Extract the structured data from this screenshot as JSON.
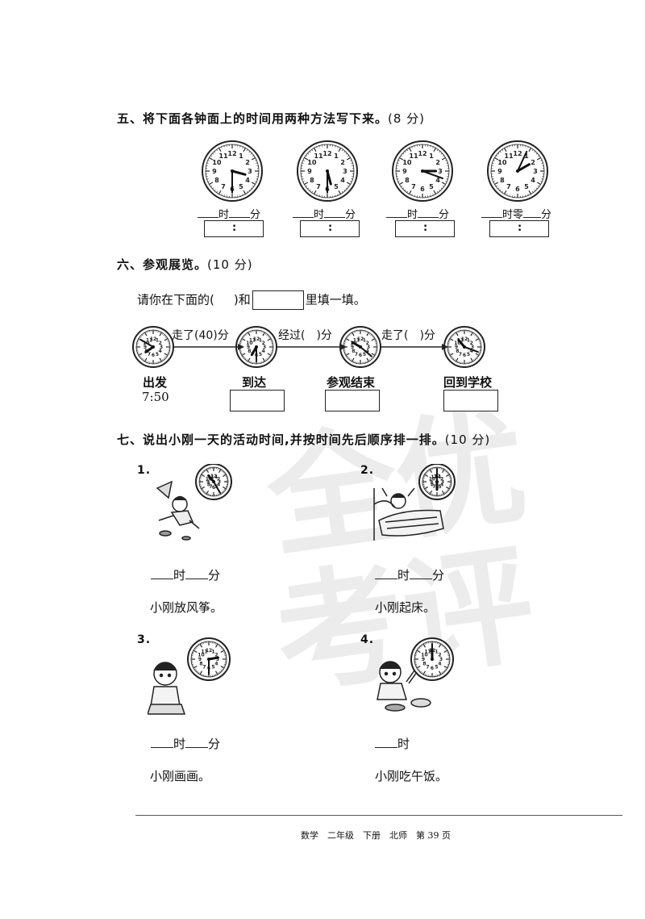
{
  "watermark": {
    "line1": "全优",
    "line2": "考评"
  },
  "section5": {
    "title": "五、将下面各钟面上的时间用两种方法写下来。",
    "points": "(8 分)",
    "clocks": [
      {
        "hour_hand_deg": 105,
        "minute_hand_deg": 180
      },
      {
        "hour_hand_deg": 165,
        "minute_hand_deg": 180
      },
      {
        "hour_hand_deg": 90,
        "minute_hand_deg": 110
      },
      {
        "hour_hand_deg": 60,
        "minute_hand_deg": 25
      }
    ],
    "answer_lines": [
      "时",
      "分",
      "时",
      "分",
      "时",
      "分",
      "时零",
      "分"
    ],
    "colon": ":"
  },
  "section6": {
    "title": "六、参观展览。",
    "points": "(10 分)",
    "instruction_pre": "请你在下面的(",
    "instruction_mid": ")和",
    "instruction_post": "里填一填。",
    "step1": "走了(40)分",
    "step2": "经过(　)分",
    "step3": "走了(　)分",
    "label_start": "出发",
    "start_time": "7:50",
    "label_arrive": "到达",
    "label_end": "参观结束",
    "label_return": "回到学校"
  },
  "section7": {
    "title": "七、说出小刚一天的活动时间,并按时间先后顺序排一排。",
    "points": "(10 分)",
    "items": [
      {
        "num": "1.",
        "unit1": "时",
        "unit2": "分",
        "caption": "小刚放风筝。"
      },
      {
        "num": "2.",
        "unit1": "时",
        "unit2": "分",
        "caption": "小刚起床。"
      },
      {
        "num": "3.",
        "unit1": "时",
        "unit2": "分",
        "caption": "小刚画画。"
      },
      {
        "num": "4.",
        "unit1": "时",
        "caption": "小刚吃午饭。"
      }
    ]
  },
  "footer": {
    "text": "数学　二年级　下册　北师　第 39 页"
  }
}
